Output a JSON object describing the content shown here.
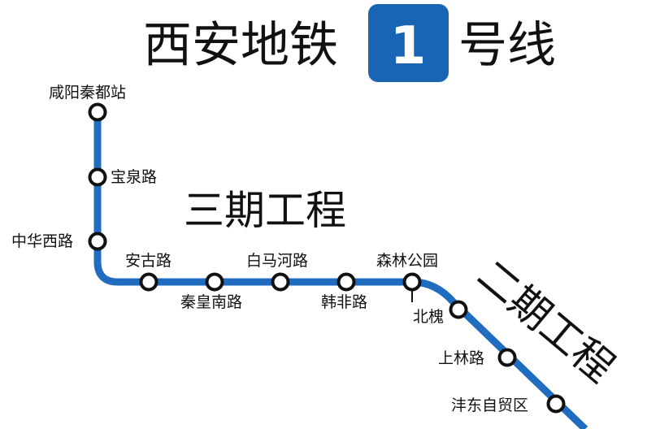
{
  "title": {
    "prefix": "西安地铁",
    "line_number": "1",
    "suffix": "号线"
  },
  "phases": {
    "phase3": "三期工程",
    "phase2": "二期工程"
  },
  "stations": [
    {
      "id": "xianyang-qindu",
      "name": "咸阳秦都站"
    },
    {
      "id": "baoquan-lu",
      "name": "宝泉路"
    },
    {
      "id": "zhonghua-xilu",
      "name": "中华西路"
    },
    {
      "id": "angu-lu",
      "name": "安古路"
    },
    {
      "id": "qinhuang-nanlu",
      "name": "秦皇南路"
    },
    {
      "id": "baimahe-lu",
      "name": "白马河路"
    },
    {
      "id": "hanfei-lu",
      "name": "韩非路"
    },
    {
      "id": "senlin-gongyuan",
      "name": "森林公园"
    },
    {
      "id": "beihuai",
      "name": "北槐"
    },
    {
      "id": "shanglin-lu",
      "name": "上林路"
    },
    {
      "id": "fengdong-zimaoqu",
      "name": "沣东自贸区"
    }
  ],
  "colors": {
    "line": "#1f6cc0",
    "badge": "#1a64b4",
    "station_fill": "#ffffff",
    "station_stroke": "#111111",
    "text": "#111111"
  }
}
